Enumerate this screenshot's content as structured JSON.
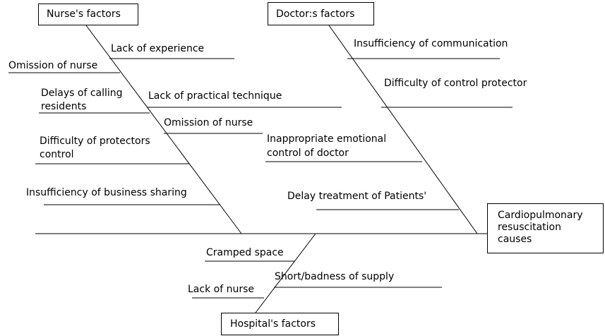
{
  "title": "",
  "categories": {
    "nurse": "Nurse's factors",
    "doctor": "Doctor:s factors",
    "hospital": "Hospital's factors"
  },
  "effect": [
    "Cardiopulmonary",
    "resuscitation",
    "causes"
  ],
  "nurse_causes": {
    "lack_experience": "Lack of experience",
    "omission_nurse_left": "Omission of nurse",
    "delays_calling": [
      "Delays of calling",
      "residents"
    ],
    "lack_practical": "Lack of practical technique",
    "omission_nurse_right": "Omission of nurse",
    "difficulty_protectors": [
      "Difficulty of protectors",
      "control"
    ],
    "business_sharing": "Insufficiency of business sharing"
  },
  "doctor_causes": {
    "communication": "Insufficiency of communication",
    "control_protector": "Difficulty of control protector",
    "emotional_control": [
      "Inappropriate emotional",
      "control of doctor"
    ],
    "delay_treatment": "Delay treatment of Patients'"
  },
  "hospital_causes": {
    "cramped": "Cramped space",
    "supply": "Short/badness of supply",
    "lack_nurse": "Lack of nurse"
  }
}
